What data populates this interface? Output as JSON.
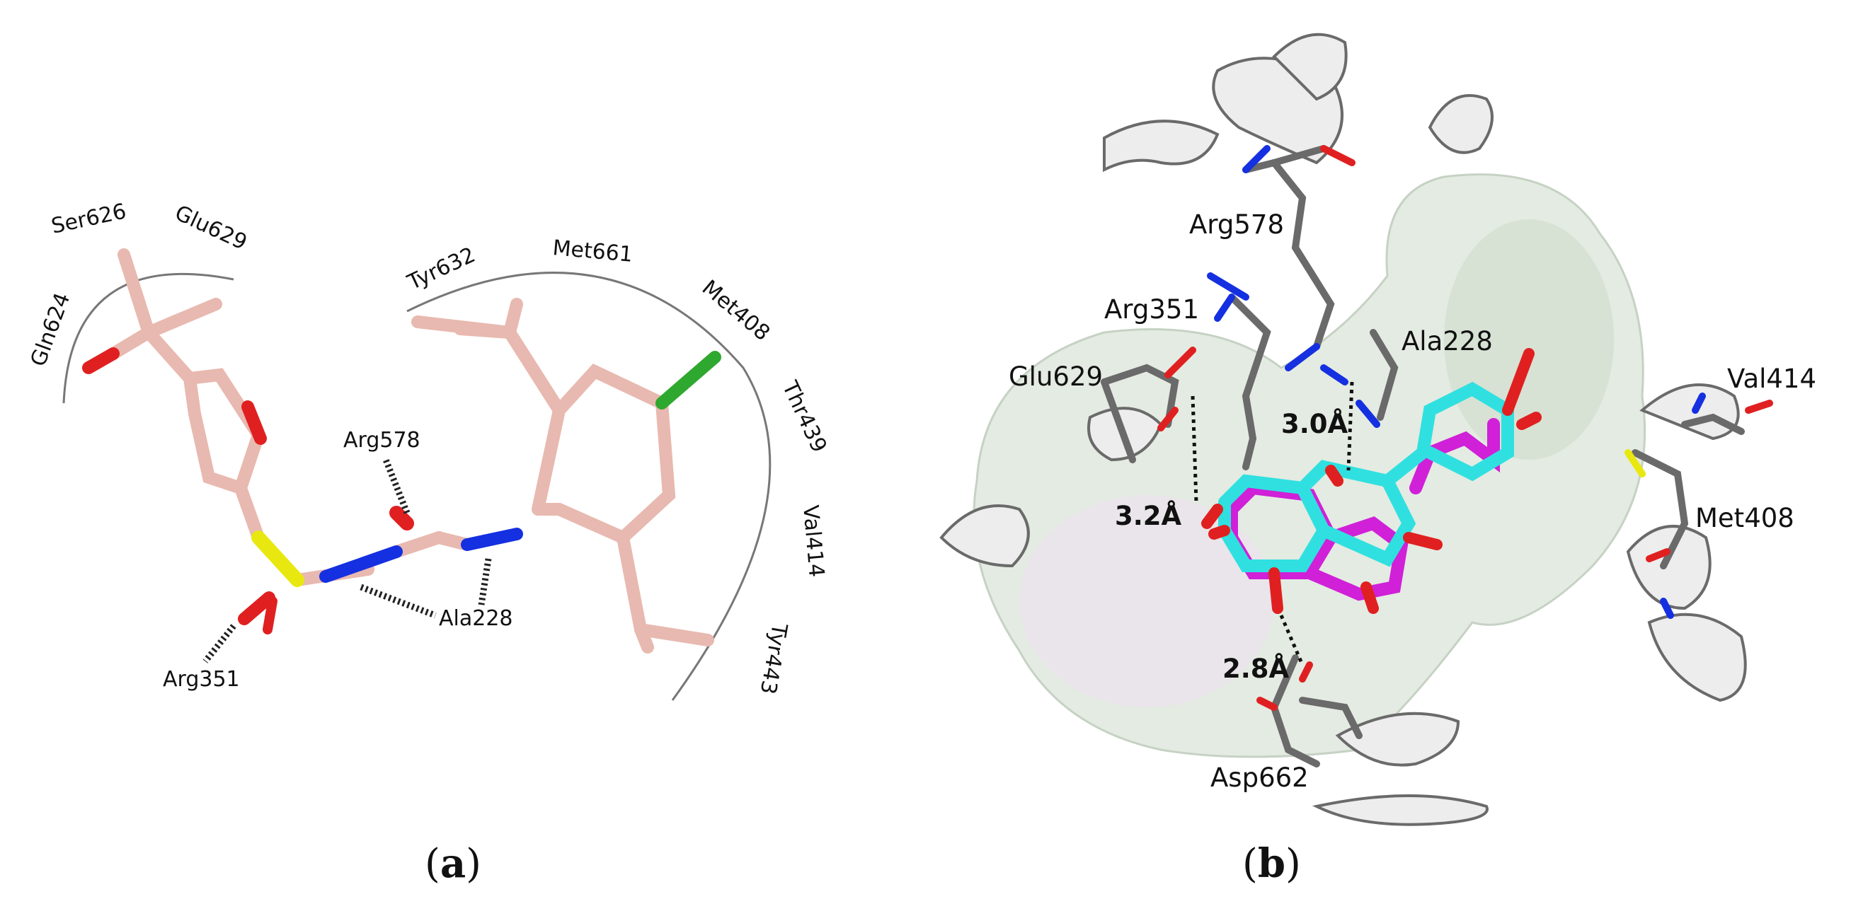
{
  "panel_a": {
    "caption": {
      "open": "(",
      "letter": "a",
      "close": ")"
    },
    "arc_residues_left": [
      "Gln624",
      "Ser626",
      "Glu629"
    ],
    "arc_residues_right": [
      "Tyr632",
      "Met661",
      "Met408",
      "Thr439",
      "Val414",
      "Tyr443"
    ],
    "hbond_residues": [
      "Arg578",
      "Ala228",
      "Arg351"
    ],
    "colors": {
      "ligand_carbon": "#e8b9b0",
      "oxygen": "#e02020",
      "nitrogen": "#1530e0",
      "sulfur": "#e8e810",
      "chlorine": "#2fa82f"
    }
  },
  "panel_b": {
    "caption": {
      "open": "(",
      "letter": "b",
      "close": ")"
    },
    "residues": [
      "Arg578",
      "Arg351",
      "Glu629",
      "Ala228",
      "Val414",
      "Met408",
      "Asp662"
    ],
    "distances": [
      "3.0Å",
      "3.2Å",
      "2.8Å"
    ],
    "colors": {
      "ligand_1": "#30e0e0",
      "ligand_2": "#d020d8",
      "protein_carbon": "#6a6a6a",
      "surface": "#dfe8dd"
    }
  }
}
